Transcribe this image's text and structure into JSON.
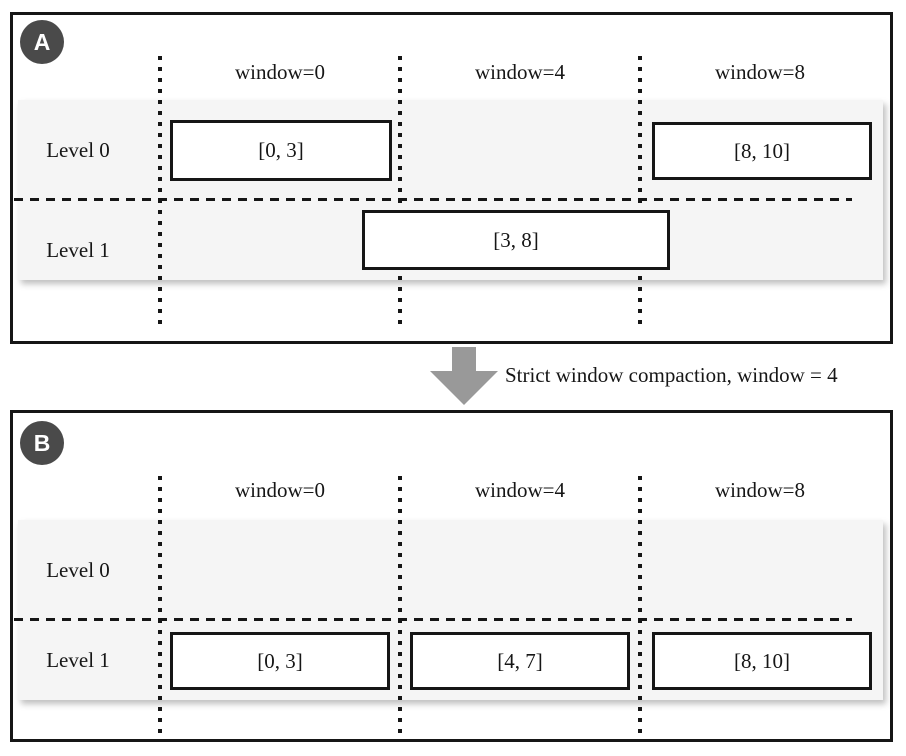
{
  "transition": {
    "label": "Strict window compaction, window = 4",
    "arrow_icon": "down-arrow"
  },
  "colors": {
    "badge_background": "#4a4a4a",
    "band_background": "#f5f5f5",
    "arrow_gray": "#999999",
    "line_black": "#161616"
  },
  "panels": [
    {
      "badge": "A",
      "column_headers": [
        "window=0",
        "window=4",
        "window=8"
      ],
      "rows": [
        {
          "label": "Level 0",
          "boxes": [
            {
              "label": "[0, 3]"
            },
            {
              "label": "[8, 10]"
            }
          ]
        },
        {
          "label": "Level 1",
          "boxes": [
            {
              "label": "[3, 8]"
            }
          ]
        }
      ]
    },
    {
      "badge": "B",
      "column_headers": [
        "window=0",
        "window=4",
        "window=8"
      ],
      "rows": [
        {
          "label": "Level 0",
          "boxes": []
        },
        {
          "label": "Level 1",
          "boxes": [
            {
              "label": "[0, 3]"
            },
            {
              "label": "[4, 7]"
            },
            {
              "label": "[8, 10]"
            }
          ]
        }
      ]
    }
  ]
}
